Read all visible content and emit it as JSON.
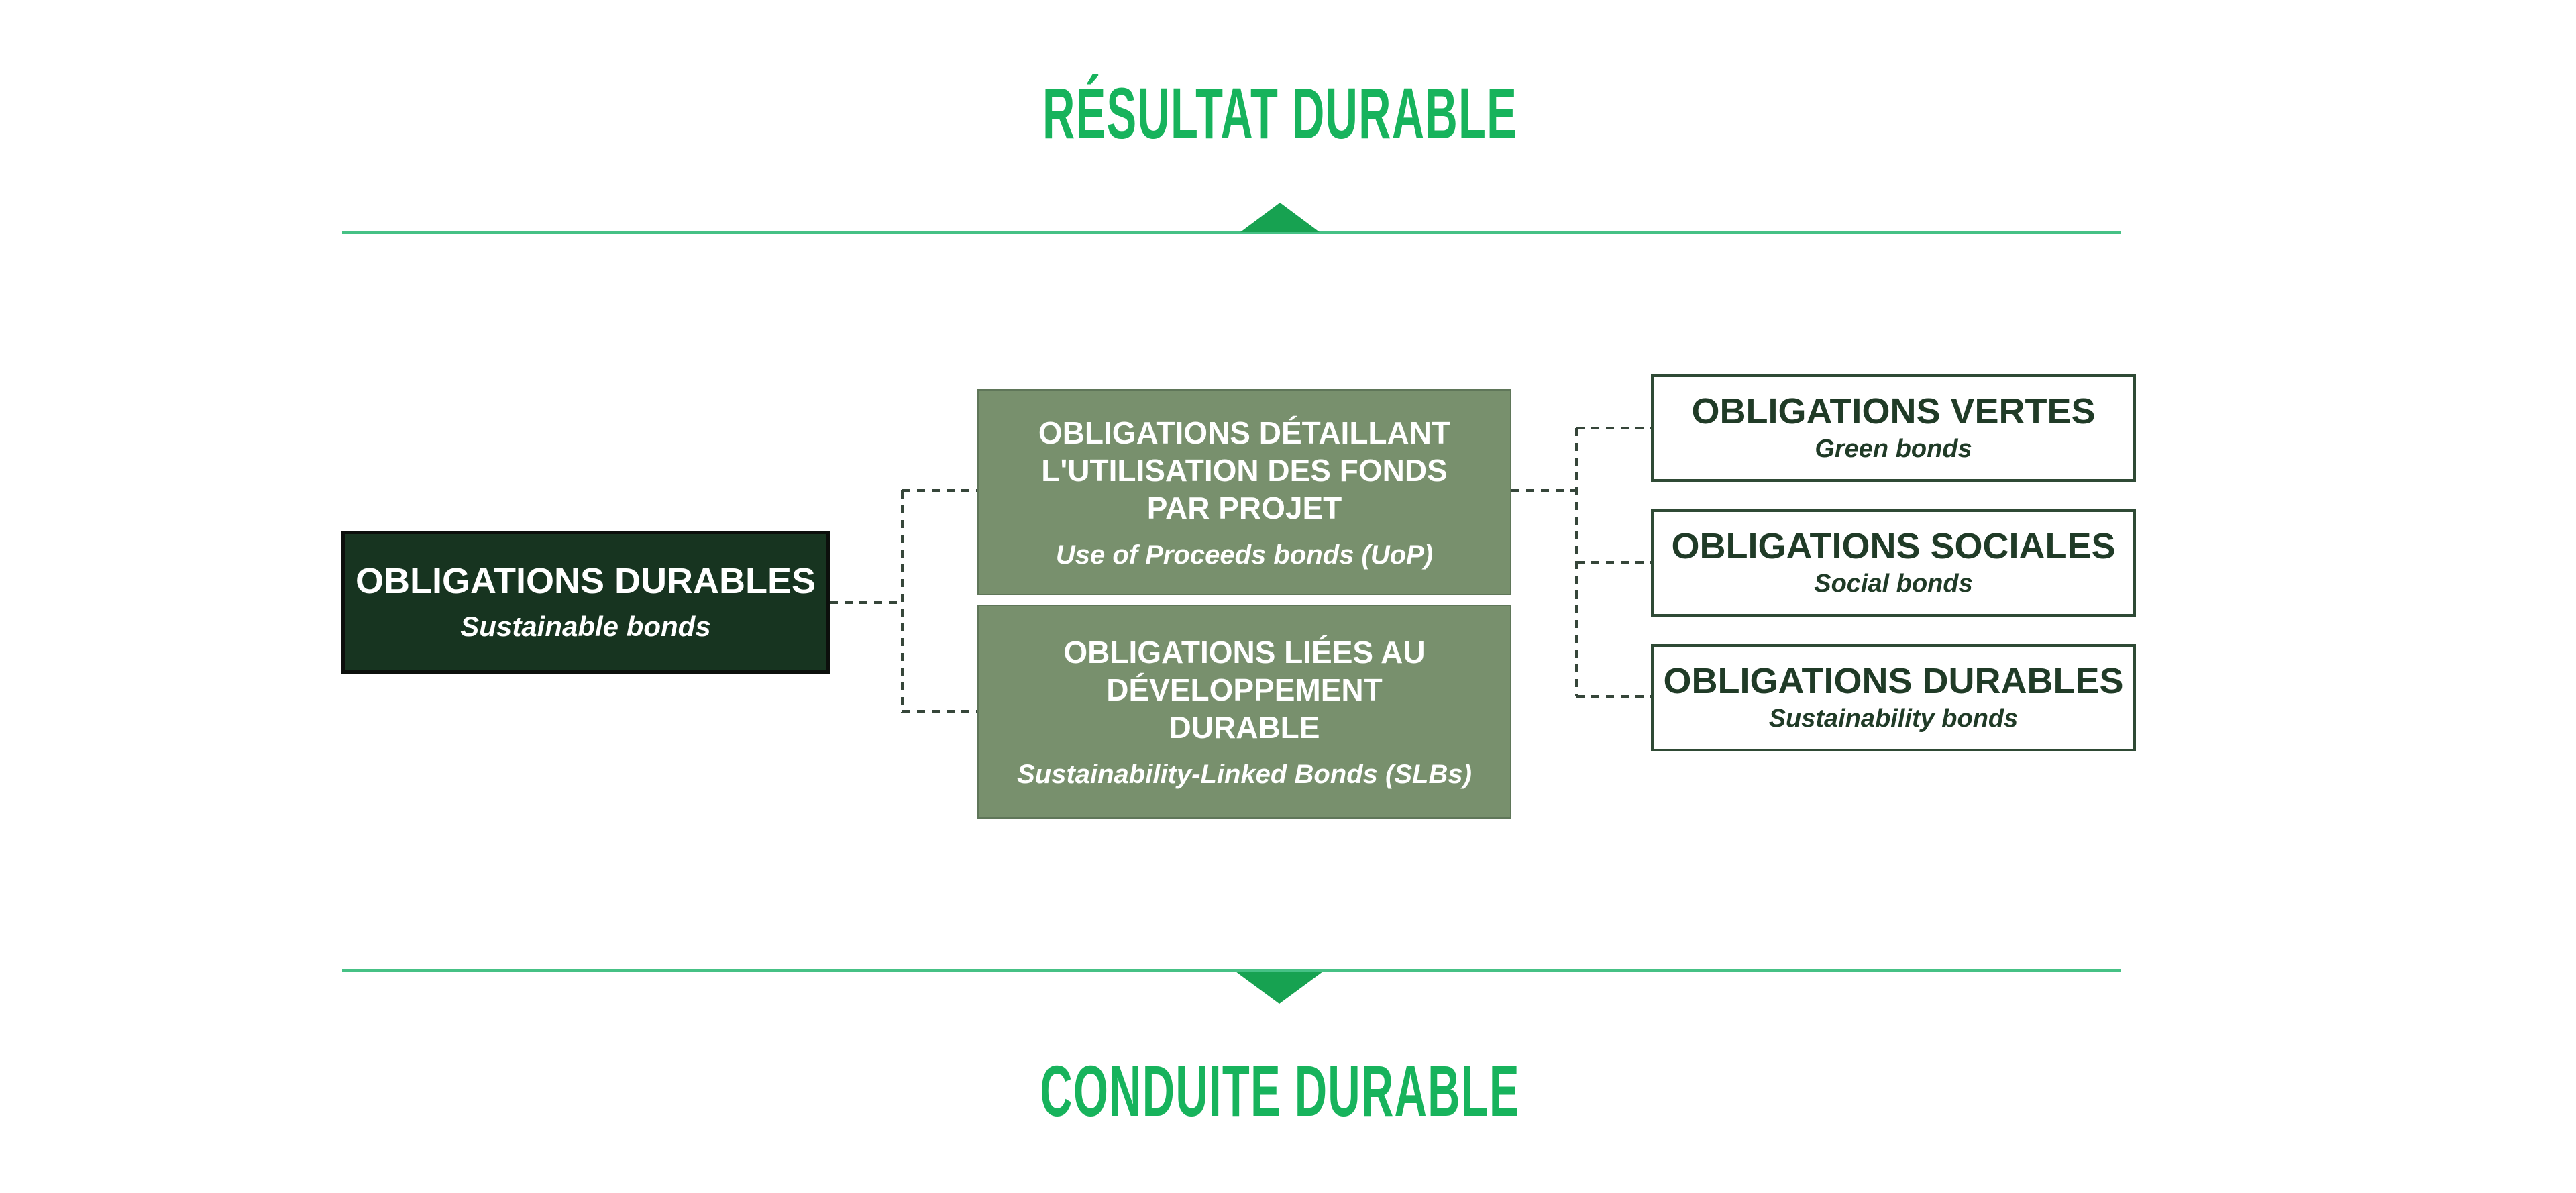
{
  "colors": {
    "accent_green": "#17B35C",
    "line_green": "#46C185",
    "triangle_green": "#17A251",
    "root_box_bg": "#173420",
    "root_box_border": "#0C0F0C",
    "branch_box_bg": "#78906D",
    "branch_box_border": "#5F7659",
    "leaf_box_border": "#2F4A35",
    "leaf_text": "#203B27",
    "connector": "#36463A",
    "box_text_light": "#FFFFFF",
    "background": "#FFFFFF"
  },
  "top_banner": {
    "title": "RÉSULTAT DURABLE"
  },
  "bottom_banner": {
    "title": "CONDUITE DURABLE"
  },
  "flowchart": {
    "root": {
      "title": "OBLIGATIONS DURABLES",
      "subtitle": "Sustainable bonds"
    },
    "branches": [
      {
        "title": "OBLIGATIONS DÉTAILLANT\nL'UTILISATION DES FONDS\nPAR PROJET",
        "subtitle": "Use of Proceeds bonds (UoP)"
      },
      {
        "title": "OBLIGATIONS LIÉES AU\nDÉVELOPPEMENT\nDURABLE",
        "subtitle": "Sustainability-Linked Bonds (SLBs)"
      }
    ],
    "leaves": [
      {
        "title": "OBLIGATIONS VERTES",
        "subtitle": "Green bonds"
      },
      {
        "title": "OBLIGATIONS SOCIALES",
        "subtitle": "Social bonds"
      },
      {
        "title": "OBLIGATIONS DURABLES",
        "subtitle": "Sustainability bonds"
      }
    ]
  }
}
